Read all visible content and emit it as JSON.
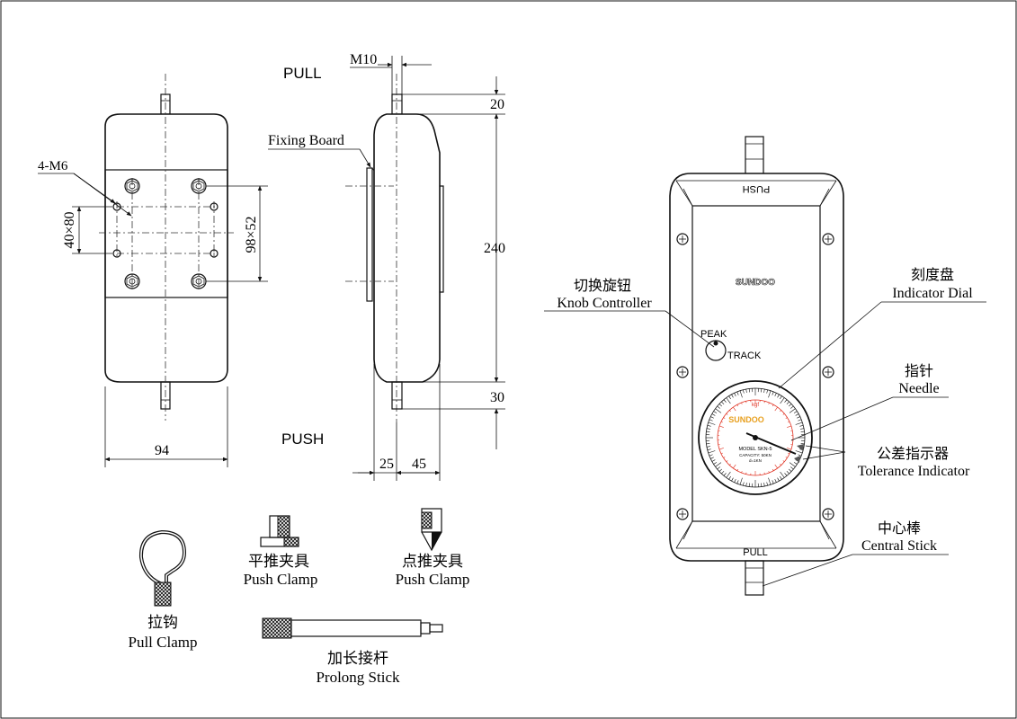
{
  "front_view": {
    "label_4m6": "4-M6",
    "dim_40x80": "40×80",
    "dim_98x52": "98×52",
    "dim_width": "94"
  },
  "side_view": {
    "label_pull": "PULL",
    "label_push": "PUSH",
    "label_m10": "M10",
    "label_fixing_board": "Fixing Board",
    "dim_top": "20",
    "dim_height": "240",
    "dim_bottom": "30",
    "dim_depth_a": "25",
    "dim_depth_b": "45"
  },
  "gauge": {
    "label_push_top": "PUSH",
    "label_pull_bottom": "PULL",
    "brand": "SUNDOO",
    "peak": "PEAK",
    "track": "TRACK",
    "dial_brand": "SUNDOO",
    "dial_unit": "kgf",
    "dial_model": "MODEL SKN-5",
    "dial_capacity": "CAPACITY: 50KN",
    "dial_division": "d=1KN"
  },
  "callouts": {
    "knob_cn": "切换旋钮",
    "knob_en": "Knob Controller",
    "dial_cn": "刻度盘",
    "dial_en": "Indicator Dial",
    "needle_cn": "指针",
    "needle_en": "Needle",
    "tolerance_cn": "公差指示器",
    "tolerance_en": "Tolerance Indicator",
    "stick_cn": "中心棒",
    "stick_en": "Central Stick"
  },
  "accessories": {
    "pull_clamp_cn": "拉钩",
    "pull_clamp_en": "Pull Clamp",
    "push_clamp_flat_cn": "平推夹具",
    "push_clamp_flat_en": "Push Clamp",
    "push_clamp_point_cn": "点推夹具",
    "push_clamp_point_en": "Push Clamp",
    "prolong_cn": "加长接杆",
    "prolong_en": "Prolong Stick"
  }
}
